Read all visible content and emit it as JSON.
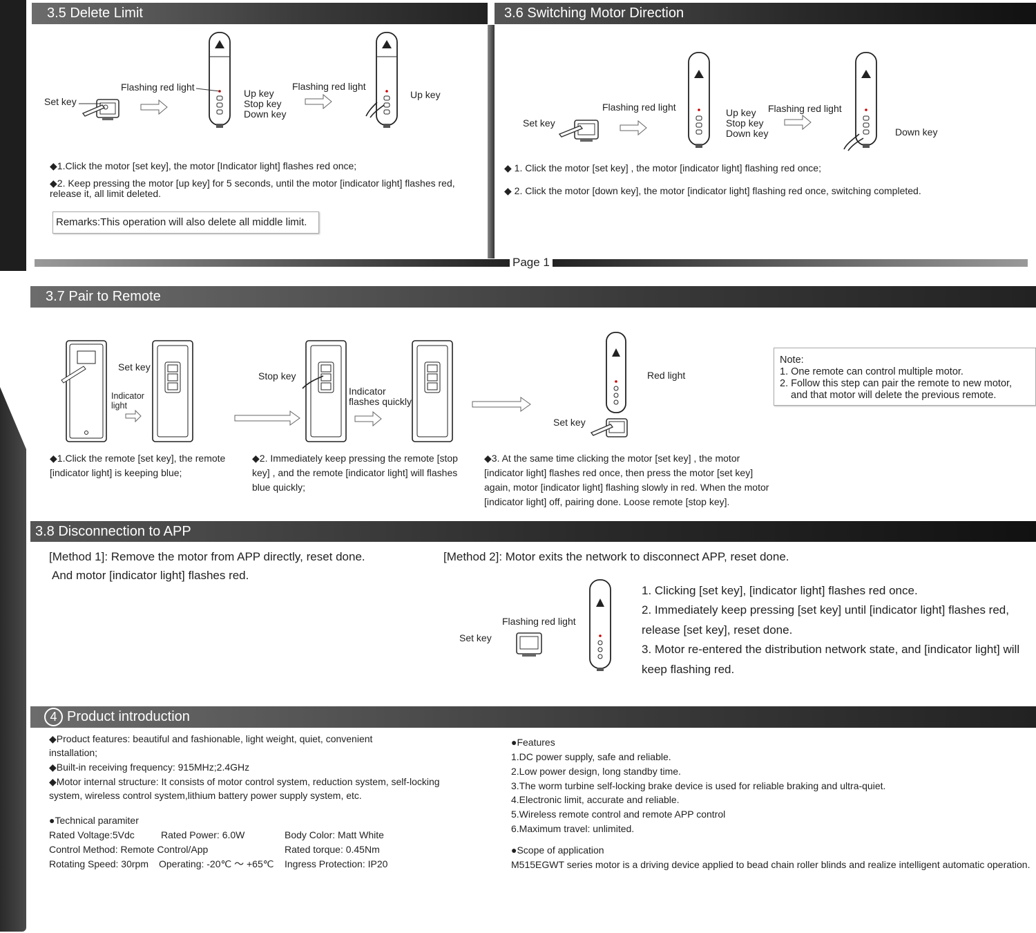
{
  "page_label": "Page 1",
  "s35": {
    "title": "3.5 Delete Limit",
    "labels": {
      "set_key": "Set key",
      "flashing_a": "Flashing red light",
      "up_key_a": "Up key",
      "stop_key": "Stop key",
      "down_key": "Down key",
      "flashing_b": "Flashing red light",
      "up_key_b": "Up key"
    },
    "step1": "1.Click the motor [set key], the motor [Indicator light] flashes red once;",
    "step2": "2. Keep pressing the motor [up key] for 5 seconds, until the motor [indicator light] flashes red, release it, all limit deleted.",
    "remark": "Remarks:This operation will also delete all middle limit."
  },
  "s36": {
    "title": "3.6 Switching Motor Direction",
    "labels": {
      "set_key": "Set key",
      "flashing_a": "Flashing red light",
      "up_key": "Up key",
      "stop_key": "Stop key",
      "down_key_a": "Down key",
      "flashing_b": "Flashing red light",
      "down_key_b": "Down key"
    },
    "step1": "1. Click the motor [set key] , the motor [indicator light] flashing red once;",
    "step2": "2. Click the motor [down key], the motor [indicator light] flashing red once, switching completed."
  },
  "s37": {
    "title": "3.7 Pair to Remote",
    "labels": {
      "set_key_a": "Set key",
      "indicator_a1": "Indicator",
      "indicator_a2": "light",
      "stop_key": "Stop key",
      "indicator_b1": "Indicator",
      "indicator_b2": "flashes quickly",
      "red_light": "Red light",
      "set_key_b": "Set key"
    },
    "step1": "1.Click the remote [set key], the remote [indicator light] is keeping blue;",
    "step2": "2. Immediately keep pressing the remote [stop key] , and the remote [indicator light] will flashes blue quickly;",
    "step3": "3. At the same time clicking the motor [set key] , the motor [indicator light] flashes red once, then press the motor [set key] again, motor [indicator light] flashing slowly in red. When the motor [indicator light] off, pairing done. Loose remote [stop key].",
    "note": {
      "head": "Note:",
      "line1": "1. One remote can control multiple motor.",
      "line2": "2. Follow this step can pair the remote to new motor,",
      "line3": "and that motor will delete the previous remote."
    }
  },
  "s38": {
    "title": "3.8 Disconnection to APP",
    "method1_line1": "[Method 1]: Remove the motor from APP directly, reset done.",
    "method1_line2": "And motor [indicator light] flashes red.",
    "method2": "[Method 2]: Motor exits the network to disconnect APP, reset done.",
    "labels": {
      "flashing": "Flashing red light",
      "set_key": "Set key"
    },
    "step1": "1. Clicking [set key], [indicator light] flashes red once.",
    "step2": "2. Immediately keep pressing [set key] until [indicator light] flashes red, release [set key], reset done.",
    "step3": "3. Motor re-entered the distribution network state, and [indicator light] will keep flashing red."
  },
  "s4": {
    "number": "4",
    "title": "Product introduction",
    "feat_line1": "Product features: beautiful and fashionable, light weight, quiet, convenient installation;",
    "freq": "Built-in receiving frequency: 915MHz;2.4GHz",
    "structure": "Motor internal structure: It consists of motor control system, reduction system, self-locking system, wireless control system,lithium battery power supply system, etc.",
    "tech_title": "Technical paramiter",
    "tech": {
      "voltage": "Rated Voltage:5Vdc",
      "power": "Rated Power: 6.0W",
      "color": "Body Color: Matt White",
      "control": "Control Method: Remote Control/App",
      "torque": "Rated torque: 0.45Nm",
      "speed": "Rotating Speed: 30rpm",
      "operating": "Operating: -20℃ ～ +65℃",
      "ip": "Ingress Protection: IP20"
    },
    "features_title": "Features",
    "features": [
      "1.DC power supply, safe and reliable.",
      "2.Low power design, long standby time.",
      "3.The worm turbine self-locking brake device is used for reliable braking and ultra-quiet.",
      "4.Electronic limit, accurate and reliable.",
      "5.Wireless remote control and remote APP control",
      "6.Maximum travel: unlimited."
    ],
    "scope_title": "Scope of application",
    "scope": "M515EGWT series motor is a driving device applied to bead chain roller blinds and realize intelligent automatic operation."
  }
}
